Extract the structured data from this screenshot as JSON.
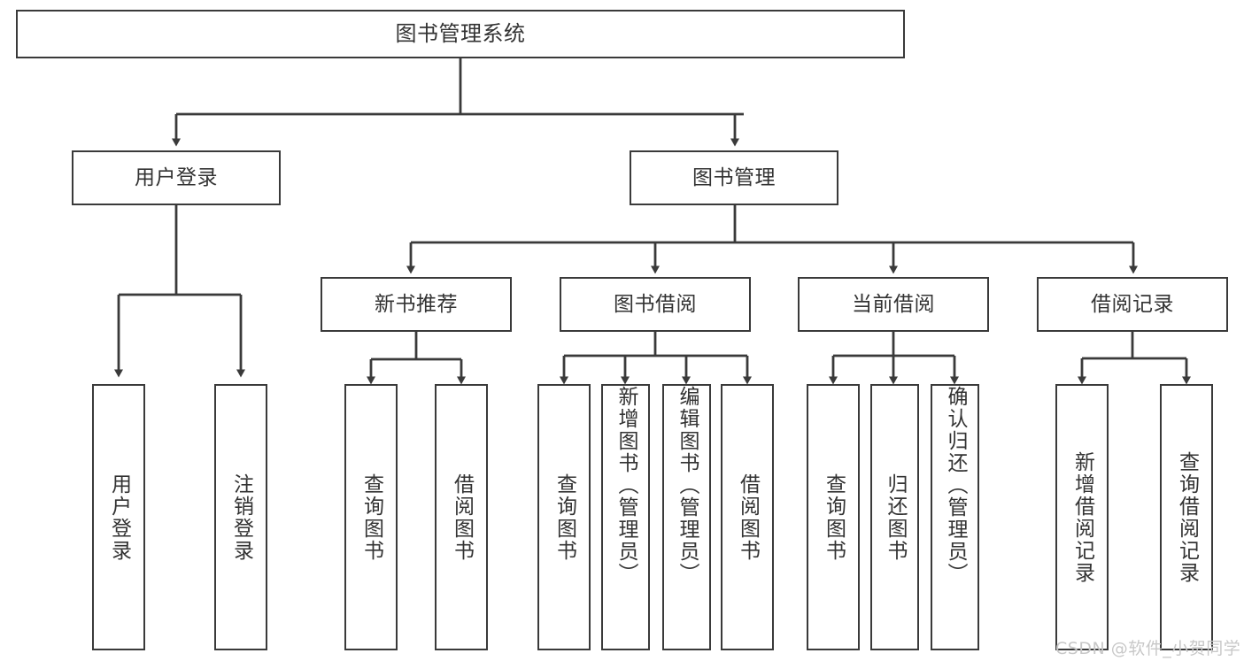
{
  "diagram": {
    "title": "图书管理系统",
    "type": "hierarchy-tree",
    "watermark": "CSDN @软件_小贺同学",
    "colors": {
      "stroke": "#3a3a3a",
      "text": "#333333",
      "background": "#ffffff",
      "watermark": "#c8c8c8"
    },
    "root": {
      "label": "图书管理系统"
    },
    "level2": [
      {
        "label": "用户登录"
      },
      {
        "label": "图书管理"
      }
    ],
    "level3": [
      {
        "label": "新书推荐"
      },
      {
        "label": "图书借阅"
      },
      {
        "label": "当前借阅"
      },
      {
        "label": "借阅记录"
      }
    ],
    "leaves": {
      "user_login": [
        {
          "label": "用户登录"
        },
        {
          "label": "注销登录"
        }
      ],
      "new_book": [
        {
          "label": "查询图书"
        },
        {
          "label": "借阅图书"
        }
      ],
      "borrow_book": [
        {
          "label": "查询图书"
        },
        {
          "label": "新增图书（管理员）"
        },
        {
          "label": "编辑图书（管理员）"
        },
        {
          "label": "借阅图书"
        }
      ],
      "current_borrow": [
        {
          "label": "查询图书"
        },
        {
          "label": "归还图书"
        },
        {
          "label": "确认归还（管理员）"
        }
      ],
      "borrow_record": [
        {
          "label": "新增借阅记录"
        },
        {
          "label": "查询借阅记录"
        }
      ]
    }
  }
}
